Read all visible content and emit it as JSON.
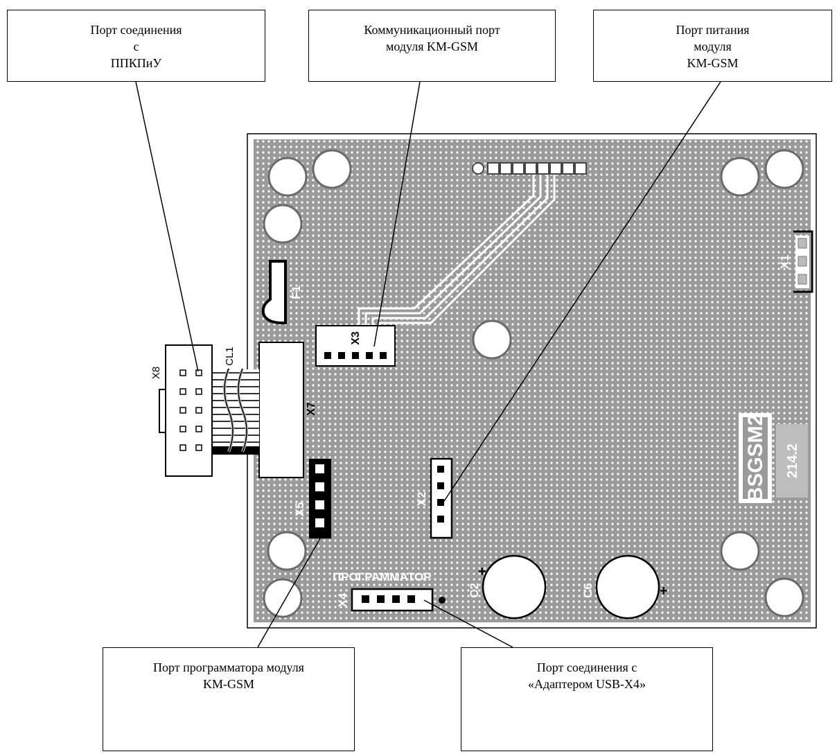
{
  "callouts": {
    "ppkpiu": {
      "lines": [
        "Порт соединения",
        "с",
        "ППКПиУ"
      ]
    },
    "comm": {
      "lines": [
        "Коммуникационный порт",
        "модуля KM-GSM"
      ]
    },
    "power": {
      "lines": [
        "Порт питания",
        "модуля",
        "KM-GSM"
      ]
    },
    "programmer": {
      "lines": [
        "Порт программатора модуля",
        "KM-GSM"
      ]
    },
    "usb": {
      "lines": [
        "Порт соединения с",
        "«Адаптером USB-X4»"
      ]
    }
  },
  "board": {
    "designators": {
      "x1": "X1",
      "x2": "X2",
      "x3": "X3",
      "x4": "X4",
      "x5": "X5",
      "x7": "X7",
      "x8": "X8",
      "f1": "F1",
      "cl1": "CL1",
      "c2": "C2",
      "c6": "C6"
    },
    "silk_programmer": "ПРОГРАММАТОР",
    "board_name": "BSGSM2",
    "board_rev": "214.2",
    "plus": "+"
  },
  "colors": {
    "board_bg": "#9a9a9a",
    "dot": "#ffffff",
    "line": "#000000"
  }
}
